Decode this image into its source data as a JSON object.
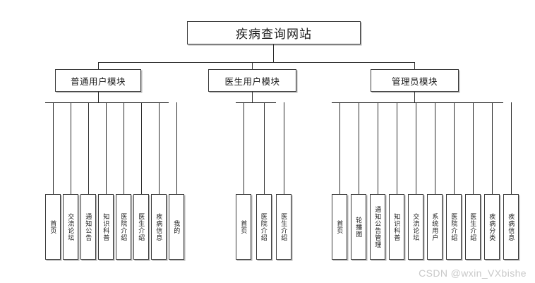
{
  "diagram": {
    "type": "tree",
    "title": "疾病查询网站",
    "root": {
      "label": "疾病查询网站"
    },
    "modules": [
      {
        "id": "normal-user-module",
        "label": "普通用户模块",
        "leaves": [
          {
            "label": "首页"
          },
          {
            "label": "交流论坛"
          },
          {
            "label": "通知公告"
          },
          {
            "label": "知识科普"
          },
          {
            "label": "医院介绍"
          },
          {
            "label": "医生介绍"
          },
          {
            "label": "疾病信息"
          },
          {
            "label": "我的"
          }
        ]
      },
      {
        "id": "doctor-user-module",
        "label": "医生用户模块",
        "leaves": [
          {
            "label": "首页"
          },
          {
            "label": "医院介绍"
          },
          {
            "label": "医生介绍"
          }
        ]
      },
      {
        "id": "admin-module",
        "label": "管理员模块",
        "leaves": [
          {
            "label": "首页"
          },
          {
            "label": "轮播图"
          },
          {
            "label": "通知公告管理"
          },
          {
            "label": "知识科普"
          },
          {
            "label": "交流论坛"
          },
          {
            "label": "系统用户"
          },
          {
            "label": "医院介绍"
          },
          {
            "label": "医生介绍"
          },
          {
            "label": "疾病分类"
          },
          {
            "label": "疾病信息"
          }
        ]
      }
    ]
  },
  "watermark": {
    "text": "CSDN @wxin_VXbishe"
  },
  "colors": {
    "background": "#ffffff",
    "stroke": "#2b2b2b",
    "box_border": "#3a3a3a",
    "text": "#1a1a1a",
    "watermark": "#c9c9c9"
  }
}
